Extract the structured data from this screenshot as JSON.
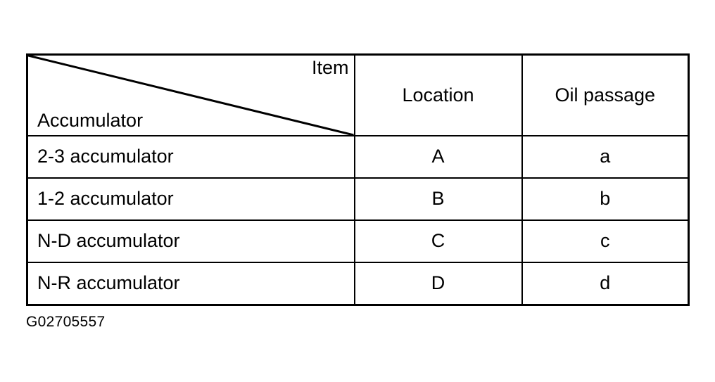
{
  "figure": {
    "caption": "G02705557"
  },
  "table": {
    "corner": {
      "top_right_label": "Item",
      "bottom_left_label": "Accumulator",
      "diagonal": true
    },
    "columns": [
      {
        "key": "accumulator",
        "label": "Accumulator"
      },
      {
        "key": "location",
        "label": "Location"
      },
      {
        "key": "oil_passage",
        "label": "Oil passage"
      }
    ],
    "rows": [
      {
        "accumulator": "2-3 accumulator",
        "location": "A",
        "oil_passage": "a"
      },
      {
        "accumulator": "1-2 accumulator",
        "location": "B",
        "oil_passage": "b"
      },
      {
        "accumulator": "N-D accumulator",
        "location": "C",
        "oil_passage": "c"
      },
      {
        "accumulator": "N-R accumulator",
        "location": "D",
        "oil_passage": "d"
      }
    ]
  },
  "colors": {
    "ink": "#000000",
    "paper": "#ffffff"
  }
}
